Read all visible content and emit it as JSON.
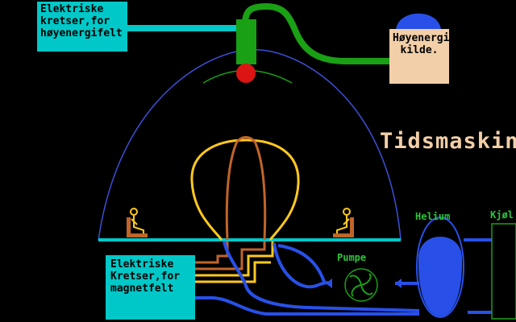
{
  "title": "Tidsmaskin.",
  "labels": {
    "high_energy_circuits": "Elektriske\nkretser,for\nhøyenergifelt",
    "magnetic_circuits": "Elektriske\nKretser,for\nmagnetfelt",
    "energy_source": "Høyenergi\nkilde.",
    "pump": "Pumpe",
    "helium": "Helium",
    "cooler": "Kjøl"
  },
  "colors": {
    "background": "#000000",
    "cyan_box": "#00c8c8",
    "source_box": "#f2cfa8",
    "dome": "#3c50d8",
    "floor": "#00c8c8",
    "coil": "#ffc81e",
    "copper": "#c06428",
    "helium_pipe": "#2850e8",
    "green": "#1aa014",
    "emitter": "#dc1414",
    "blue_tank": "#2850e8"
  },
  "icons": [
    "seated-person-left-icon",
    "seated-person-right-icon",
    "pump-fan-icon",
    "energy-emitter-icon"
  ]
}
